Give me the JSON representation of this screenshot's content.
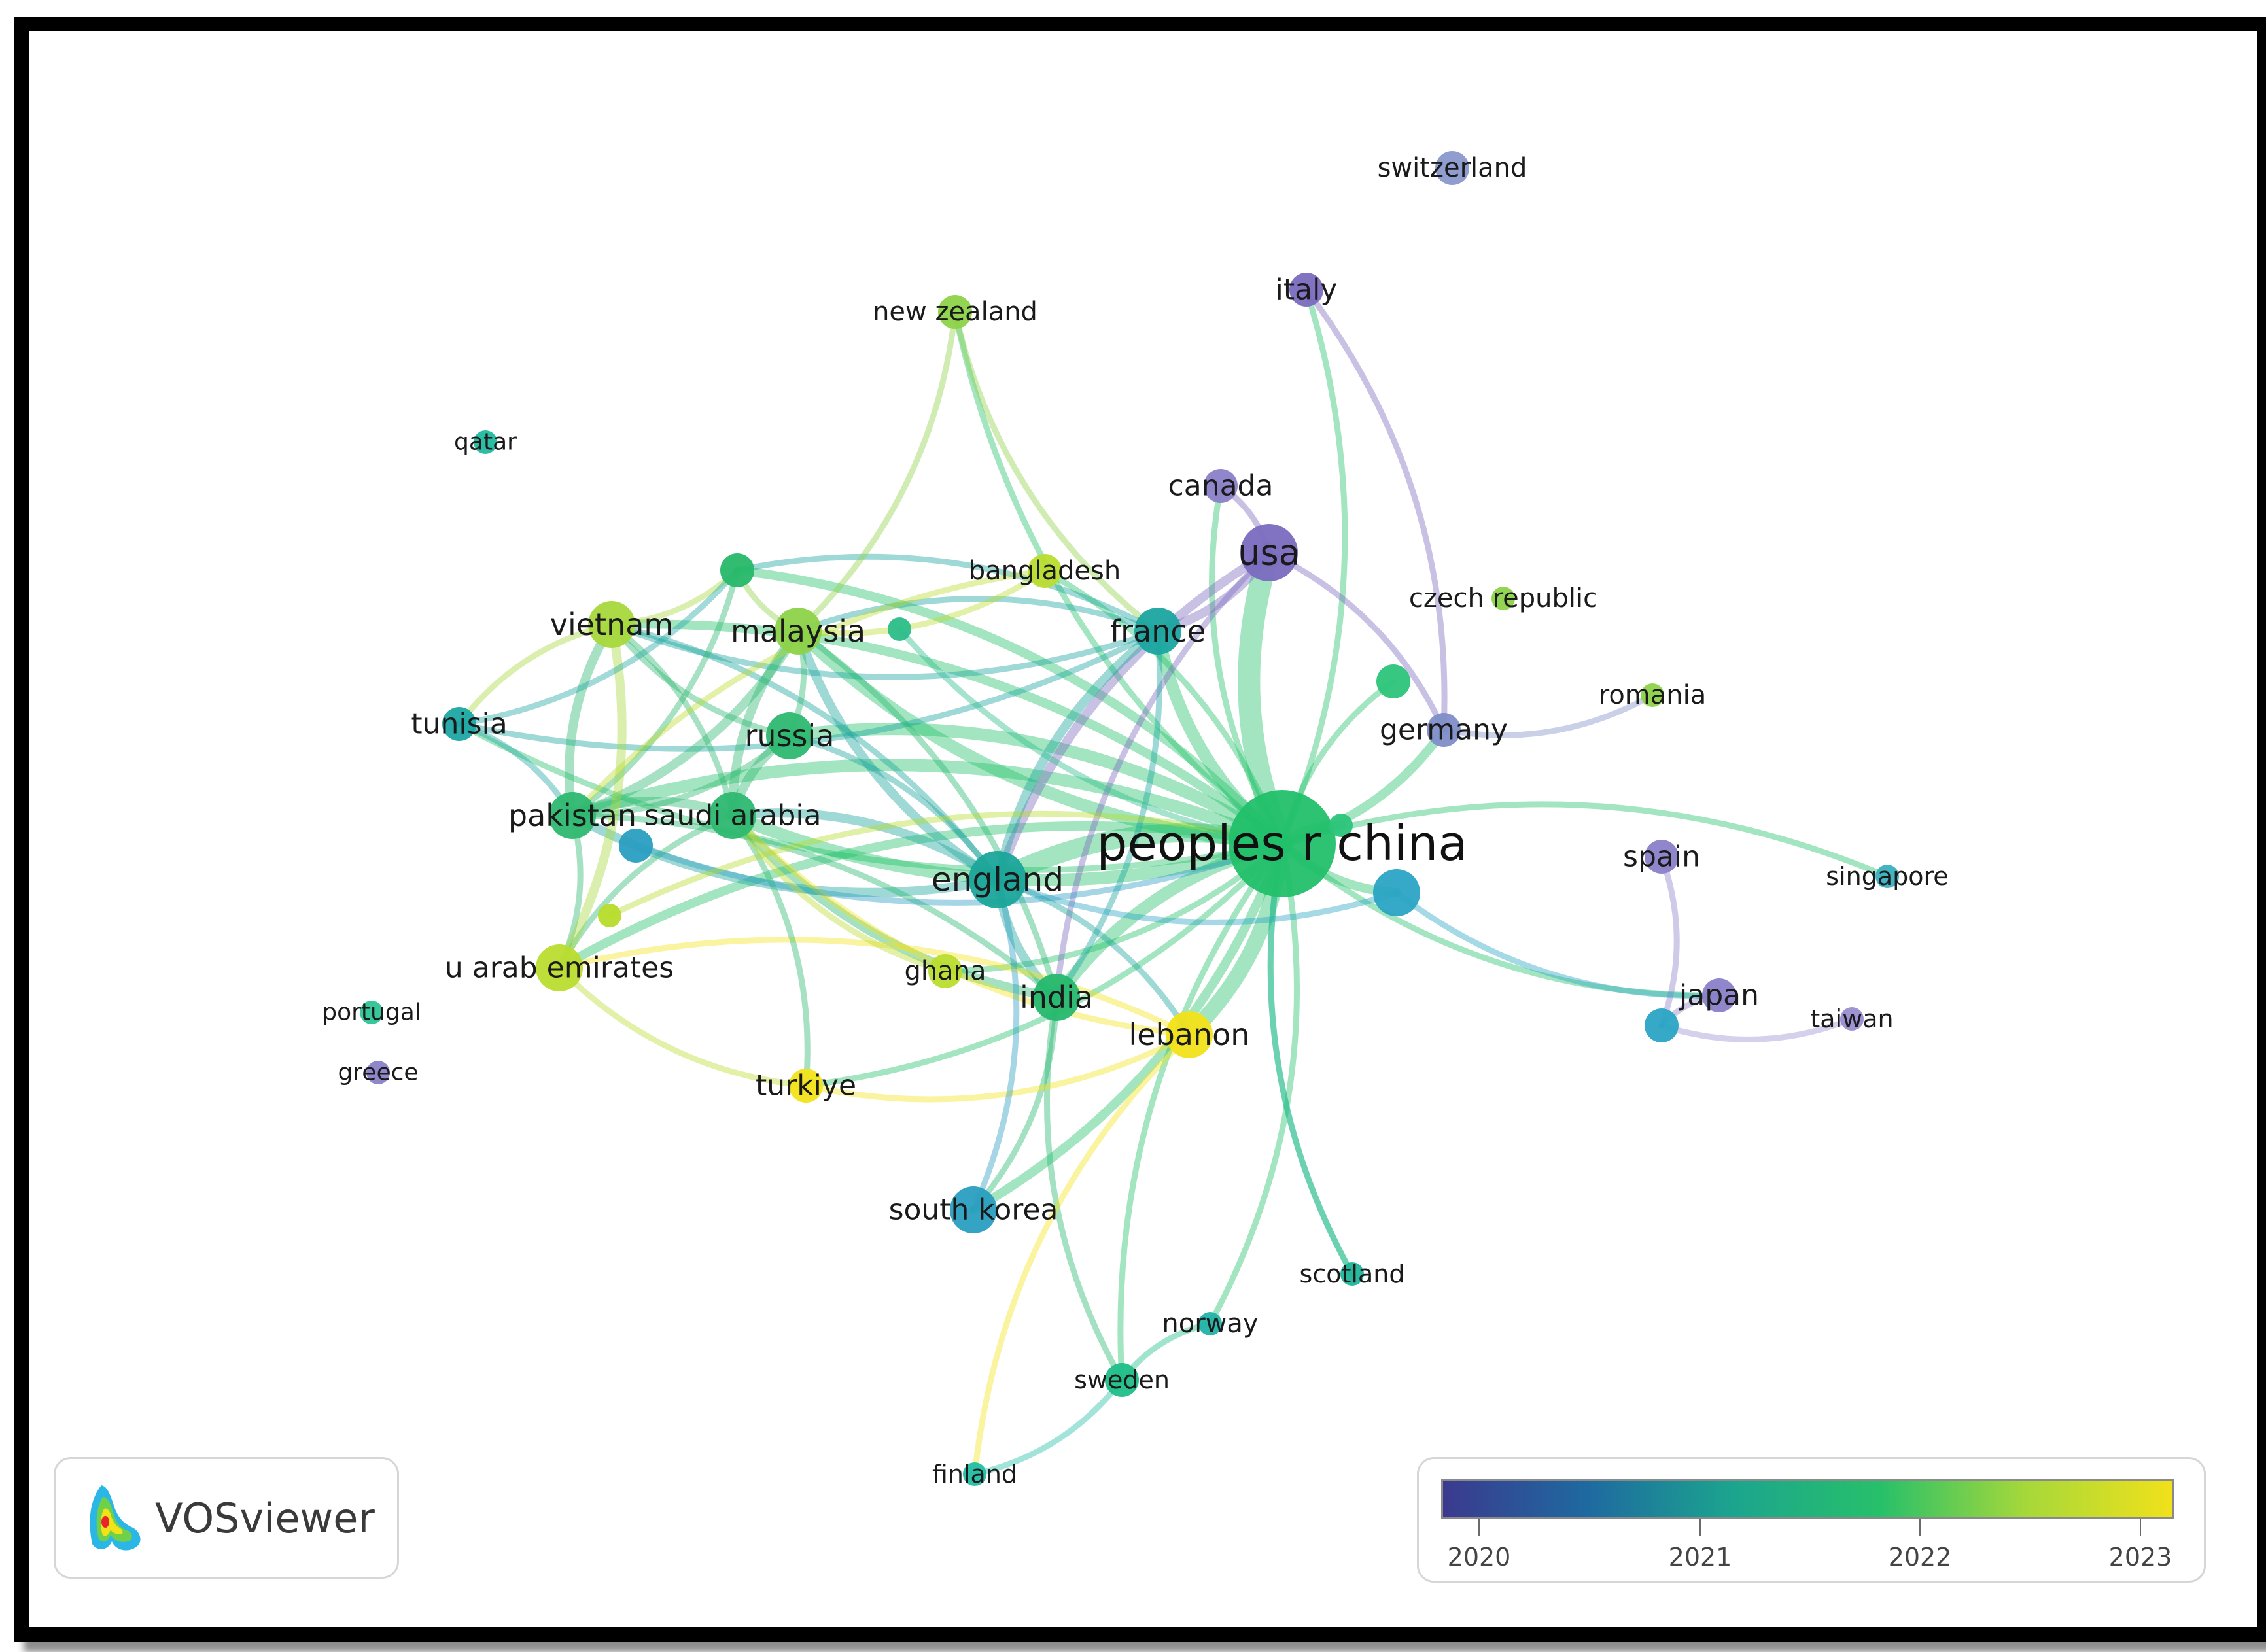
{
  "title": "",
  "nodes": [
    {
      "id": "china",
      "label": "peoples r china",
      "color": "#22c06a",
      "size": "xl"
    },
    {
      "id": "usa",
      "label": "usa",
      "color": "#7b6cbf",
      "size": "l"
    },
    {
      "id": "england",
      "label": "england",
      "color": "#1ba59a",
      "size": "l"
    },
    {
      "id": "france",
      "label": "france",
      "color": "#1ba5a0",
      "size": "m"
    },
    {
      "id": "india",
      "label": "india",
      "color": "#26b86f",
      "size": "m"
    },
    {
      "id": "lebanon",
      "label": "lebanon",
      "color": "#f2e21a",
      "size": "m"
    },
    {
      "id": "pakistan",
      "label": "pakistan",
      "color": "#2eb870",
      "size": "m"
    },
    {
      "id": "saudi",
      "label": "saudi arabia",
      "color": "#2eb870",
      "size": "m"
    },
    {
      "id": "russia",
      "label": "russia",
      "color": "#2eb870",
      "size": "m"
    },
    {
      "id": "malaysia",
      "label": "malaysia",
      "color": "#8ed24a",
      "size": "m"
    },
    {
      "id": "vietnam",
      "label": "vietnam",
      "color": "#a8d83c",
      "size": "m"
    },
    {
      "id": "tunisia",
      "label": "tunisia",
      "color": "#1ea7a4",
      "size": "s"
    },
    {
      "id": "uae",
      "label": "u arab emirates",
      "color": "#bbdc2f",
      "size": "m"
    },
    {
      "id": "turkiye",
      "label": "turkiye",
      "color": "#f3e31a",
      "size": "s"
    },
    {
      "id": "ghana",
      "label": "ghana",
      "color": "#bbdc2f",
      "size": "s"
    },
    {
      "id": "bangladesh",
      "label": "bangladesh",
      "color": "#bbdc2f",
      "size": "s"
    },
    {
      "id": "newzealand",
      "label": "new zealand",
      "color": "#8ed24a",
      "size": "s"
    },
    {
      "id": "canada",
      "label": "canada",
      "color": "#8a80c8",
      "size": "s"
    },
    {
      "id": "italy",
      "label": "italy",
      "color": "#7b6cbf",
      "size": "s"
    },
    {
      "id": "switzerland",
      "label": "switzerland",
      "color": "#8a98cc",
      "size": "s"
    },
    {
      "id": "qatar",
      "label": "qatar",
      "color": "#22b9a0",
      "size": "xs"
    },
    {
      "id": "czech",
      "label": "czech republic",
      "color": "#8ed24a",
      "size": "xs"
    },
    {
      "id": "romania",
      "label": "romania",
      "color": "#8ed24a",
      "size": "xs"
    },
    {
      "id": "germany",
      "label": "germany",
      "color": "#7f8ec8",
      "size": "s"
    },
    {
      "id": "spain",
      "label": "spain",
      "color": "#8a80c8",
      "size": "s"
    },
    {
      "id": "japan",
      "label": "japan",
      "color": "#8a80c8",
      "size": "s"
    },
    {
      "id": "taiwan",
      "label": "taiwan",
      "color": "#9a8ed0",
      "size": "xs"
    },
    {
      "id": "singapore",
      "label": "singapore",
      "color": "#3ab0c0",
      "size": "xs"
    },
    {
      "id": "portugal",
      "label": "portugal",
      "color": "#2cc496",
      "size": "xs"
    },
    {
      "id": "greece",
      "label": "greece",
      "color": "#8a80c8",
      "size": "xs"
    },
    {
      "id": "southkorea",
      "label": "south korea",
      "color": "#2a9ec0",
      "size": "m"
    },
    {
      "id": "scotland",
      "label": "scotland",
      "color": "#1fb49a",
      "size": "xs"
    },
    {
      "id": "norway",
      "label": "norway",
      "color": "#22b2a8",
      "size": "xs"
    },
    {
      "id": "sweden",
      "label": "sweden",
      "color": "#1fbe88",
      "size": "s"
    },
    {
      "id": "finland",
      "label": "finland",
      "color": "#22bea4",
      "size": "xs"
    },
    {
      "id": "n_a",
      "label": "",
      "color": "#27b86a",
      "size": "s"
    },
    {
      "id": "n_b",
      "label": "",
      "color": "#2bbd8a",
      "size": "xs"
    },
    {
      "id": "n_c",
      "label": "",
      "color": "#2a9ec0",
      "size": "s"
    },
    {
      "id": "n_d",
      "label": "",
      "color": "#b6dc2a",
      "size": "xs"
    },
    {
      "id": "n_e",
      "label": "",
      "color": "#2cc47a",
      "size": "s"
    },
    {
      "id": "n_f",
      "label": "",
      "color": "#2aa4c4",
      "size": "m"
    },
    {
      "id": "n_g",
      "label": "",
      "color": "#2aa4c4",
      "size": "s"
    },
    {
      "id": "n_h",
      "label": "",
      "color": "#2cc47a",
      "size": "xs"
    }
  ],
  "logo": {
    "text": "VOSviewer"
  },
  "legend": {
    "colors": [
      "#3b3a8e",
      "#1e6aa0",
      "#1ca58e",
      "#27c06a",
      "#a6d83a",
      "#f1e11a"
    ],
    "labels": [
      "2020",
      "2021",
      "2022",
      "2023"
    ]
  }
}
